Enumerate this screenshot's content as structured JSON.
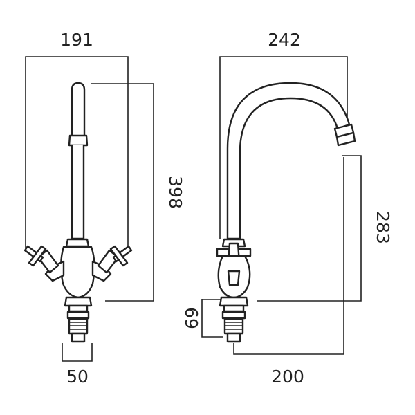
{
  "front_view": {
    "width_label": "191",
    "height_label": "398",
    "base_label": "50"
  },
  "side_view": {
    "width_label": "242",
    "height_label": "283",
    "base_height_label": "69",
    "reach_label": "200"
  },
  "colors": {
    "line": "#222222",
    "background": "#ffffff"
  }
}
